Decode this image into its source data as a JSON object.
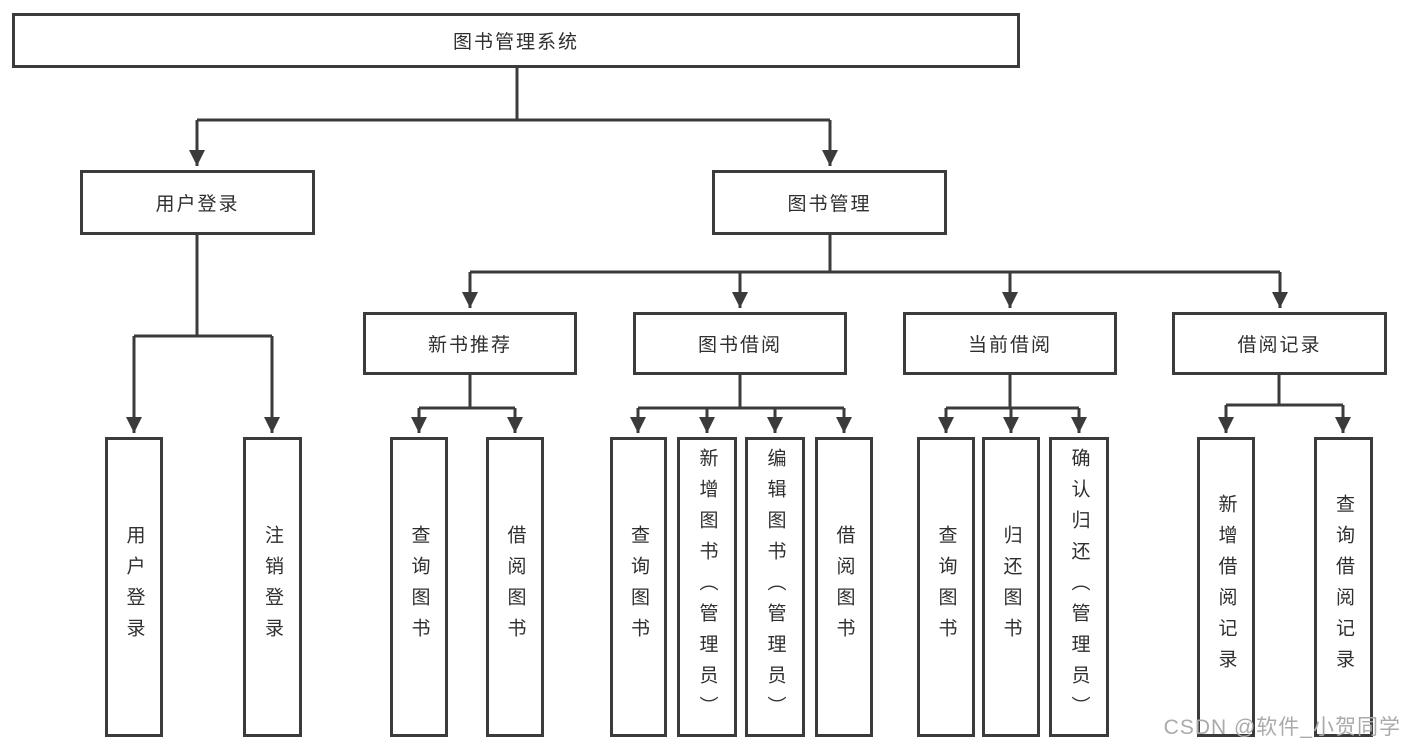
{
  "diagram": {
    "title_node": "图书管理系统",
    "login_branch": {
      "label": "用户登录",
      "children": [
        "用户登录",
        "注销登录"
      ]
    },
    "mgmt_branch": {
      "label": "图书管理",
      "groups": [
        {
          "label": "新书推荐",
          "children": [
            "查询图书",
            "借阅图书"
          ]
        },
        {
          "label": "图书借阅",
          "children": [
            "查询图书",
            "新增图书（管理员）",
            "编辑图书（管理员）",
            "借阅图书"
          ]
        },
        {
          "label": "当前借阅",
          "children": [
            "查询图书",
            "归还图书",
            "确认归还（管理员）"
          ]
        },
        {
          "label": "借阅记录",
          "children": [
            "新增借阅记录",
            "查询借阅记录"
          ]
        }
      ]
    },
    "colors": {
      "line": "#3b3b3b",
      "text": "#2f2f2f",
      "background": "#ffffff",
      "watermark": "#aaaaaa"
    }
  },
  "watermark": "CSDN @软件_小贺同学"
}
